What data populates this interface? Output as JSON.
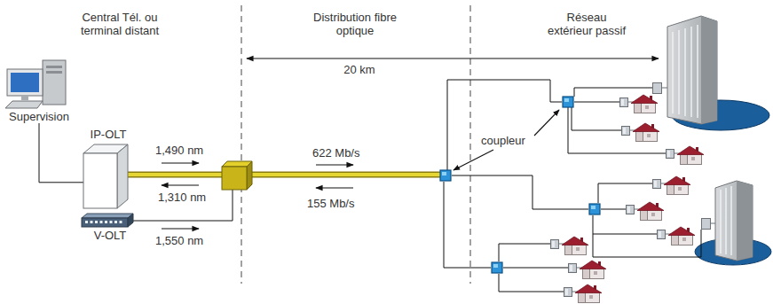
{
  "diagram": {
    "nodes": [
      {
        "text": [
          "Supervision"
        ]
      },
      {
        "text": [
          "IP-OLT"
        ]
      },
      {
        "text": [
          "V-OLT"
        ]
      }
    ],
    "edges": [
      {
        "from": 0,
        "to": 1,
        "arrow": "none"
      }
    ],
    "labels": [
      "Central Tél. ou terminal distant",
      "Distribution fibre optique",
      "Réseau extérieur passif",
      "20 km",
      "1,490 nm",
      "1,310 nm",
      "1,550 nm",
      "622 Mb/s",
      "155 Mb/s",
      "coupleur"
    ]
  }
}
